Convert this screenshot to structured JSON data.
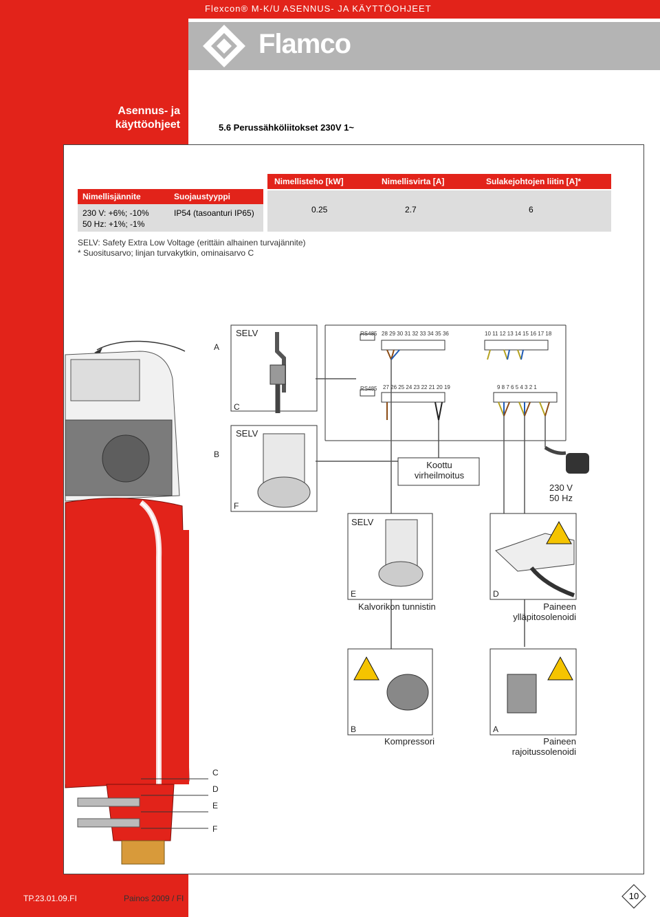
{
  "header": {
    "title": "Flexcon® M-K/U  ASENNUS- JA KÄYTTÖOHJEET",
    "brand": "Flamco"
  },
  "sidebar": {
    "title_line1": "Asennus- ja",
    "title_line2": "käyttöohjeet"
  },
  "section_title": "5.6     Perussähköliitokset 230V 1~",
  "table": {
    "left_headers": [
      "Nimellisjännite",
      "Suojaustyyppi"
    ],
    "left_values": [
      "230 V: +6%; -10%",
      "50 Hz: +1%; -1%",
      "IP54 (tasoanturi IP65)"
    ],
    "right_headers": [
      "Nimellisteho [kW]",
      "Nimellisvirta [A]",
      "Sulakejohtojen liitin [A]*"
    ],
    "right_values": [
      "0.25",
      "2.7",
      "6"
    ]
  },
  "notes": [
    "SELV: Safety Extra Low Voltage (erittäin alhainen turvajännite)",
    "* Suositusarvo; linjan turvakytkin, ominaisarvo C"
  ],
  "diagram": {
    "selv": "SELV",
    "rs485": "RS485",
    "terminals_top_left": "28 29 30 31 32 33 34 35 36",
    "terminals_top_right": "10 11 12 13 14 15 16 17 18",
    "terminals_bottom_left": "27 26 25 24 23 22 21 20 19",
    "terminals_bottom_right": "9   8   7   6   5   4   3   2   1",
    "letters": {
      "a": "A",
      "b": "B",
      "c": "C",
      "d": "D",
      "e": "E",
      "f": "F"
    },
    "error_label_line1": "Koottu",
    "error_label_line2": "virheilmoitus",
    "power_line1": "230 V",
    "power_line2": "50 Hz",
    "sensor_label": "Kalvorikon tunnistin",
    "maint_line1": "Paineen",
    "maint_line2": "ylläpitosolenoidi",
    "compressor_label": "Kompressori",
    "limit_line1": "Paineen",
    "limit_line2": "rajoitussolenoidi"
  },
  "footer": {
    "code": "TP.23.01.09.FI",
    "edition": "Painos 2009 / FI",
    "page": "10"
  },
  "colors": {
    "accent": "#e2231a",
    "band": "#b4b4b4"
  }
}
